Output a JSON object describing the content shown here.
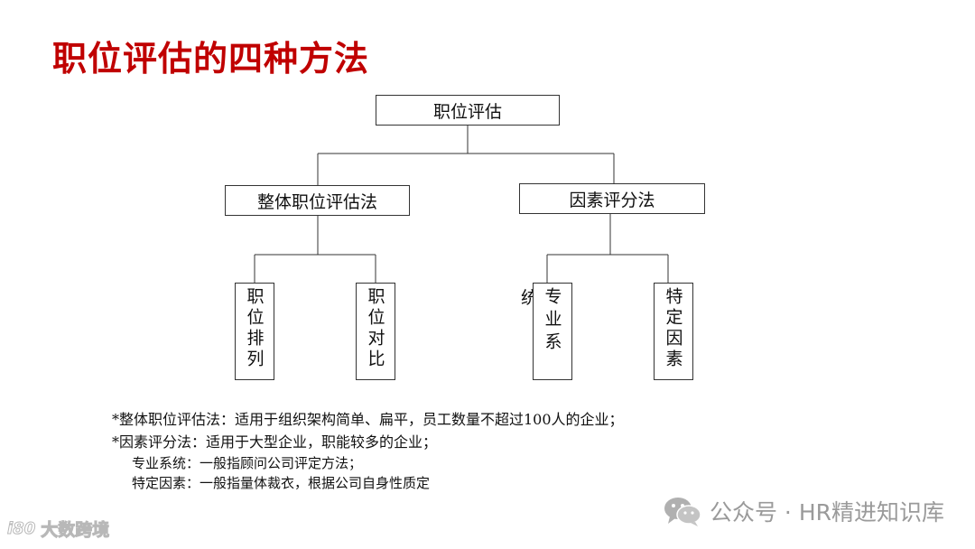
{
  "title": "职位评估的四种方法",
  "diagram": {
    "root": "职位评估",
    "branches": [
      {
        "label": "整体职位评估法",
        "children": [
          "职位排列",
          "职位对比"
        ]
      },
      {
        "label": "因素评分法",
        "children": [
          "专业系",
          "特定因素"
        ]
      }
    ],
    "stray_char": "统"
  },
  "notes": {
    "line1": "*整体职位评估法：适用于组织架构简单、扁平，员工数量不超过100人的企业；",
    "line2": "*因素评分法：适用于大型企业，职能较多的企业；",
    "sub1": "专业系统：一般指顾问公司评定方法；",
    "sub2": "特定因素：一般指量体裁衣，根据公司自身性质定"
  },
  "watermark": {
    "icon": "wechat-icon",
    "text": "公众号 · HR精进知识库"
  },
  "logo": {
    "mark": "i80",
    "text": "大数跨境"
  }
}
